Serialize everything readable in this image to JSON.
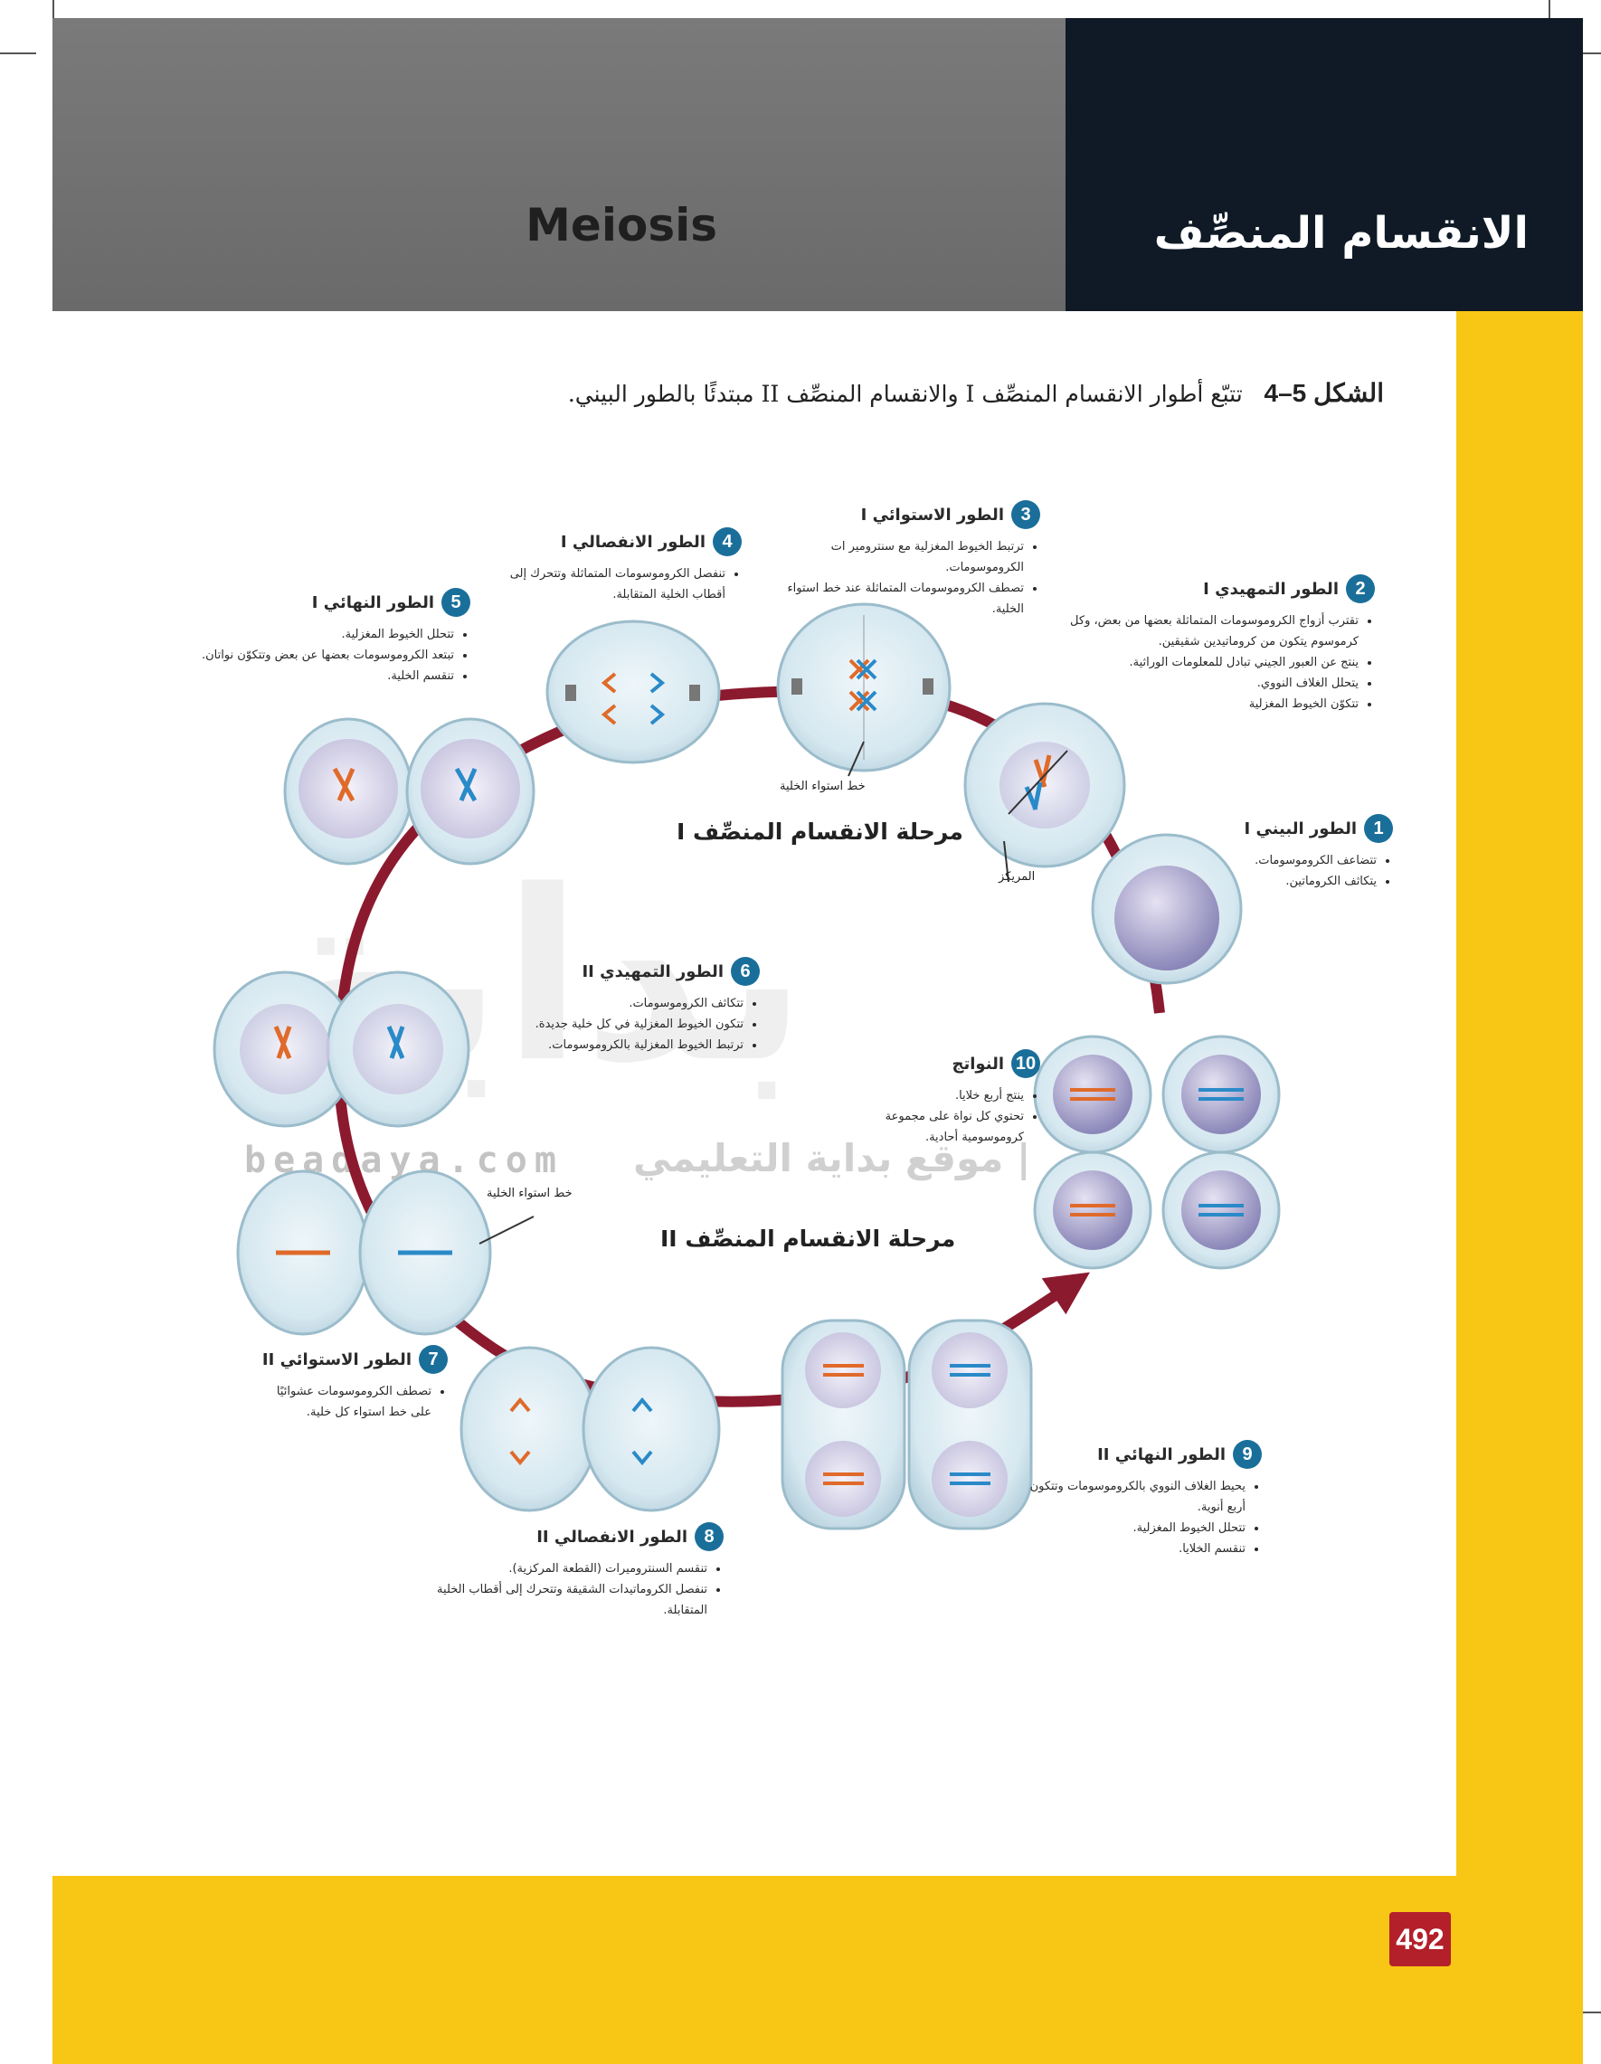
{
  "header": {
    "title_en": "Meiosis",
    "title_ar": "الانقسام المنصِّف"
  },
  "caption": {
    "label": "الشكل 5–4",
    "text": "تتبّع أطوار الانقسام المنصِّف I والانقسام المنصِّف II مبتدئًا بالطور البيني."
  },
  "phases": {
    "meiosis1": "مرحلة الانقسام المنصِّف I",
    "meiosis2": "مرحلة الانقسام المنصِّف II"
  },
  "labels": {
    "equator1": "خط استواء الخلية",
    "equator2": "خط استواء الخلية",
    "centriole": "المريكز"
  },
  "stages": [
    {
      "num": "1",
      "title": "الطور البيني I",
      "items": [
        "تتضاعف الكروموسومات.",
        "يتكاثف الكروماتين."
      ]
    },
    {
      "num": "2",
      "title": "الطور التمهيدي I",
      "items": [
        "تقترب أزواج الكروموسومات المتماثلة بعضها من بعض، وكل كرموسوم يتكون من كروماتيدين شقيقين.",
        "ينتج عن العبور الجيني تبادل للمعلومات الوراثية.",
        "يتحلل الغلاف النووي.",
        "تتكوّن الخيوط المغزلية"
      ]
    },
    {
      "num": "3",
      "title": "الطور الاستوائي I",
      "items": [
        "ترتبط الخيوط المغزلية مع سنترومير ات الكروموسومات.",
        "تصطف الكروموسومات المتماثلة عند خط استواء الخلية."
      ]
    },
    {
      "num": "4",
      "title": "الطور الانفصالي I",
      "items": [
        "تنفصل الكروموسومات المتماثلة وتتحرك إلى أقطاب الخلية المتقابلة."
      ]
    },
    {
      "num": "5",
      "title": "الطور النهائي I",
      "items": [
        "تتحلل الخيوط المغزلية.",
        "تبتعد الكروموسومات بعضها عن بعض وتتكوّن نواتان.",
        "تنقسم الخلية."
      ]
    },
    {
      "num": "6",
      "title": "الطور التمهيدي II",
      "items": [
        "تتكاثف الكروموسومات.",
        "تتكون الخيوط المغزلية في كل خلية جديدة.",
        "ترتبط الخيوط المغزلية بالكروموسومات."
      ]
    },
    {
      "num": "7",
      "title": "الطور الاستوائي II",
      "items": [
        "تصطف الكروموسومات عشوائيًا على خط استواء كل خلية."
      ]
    },
    {
      "num": "8",
      "title": "الطور الانفصالي II",
      "items": [
        "تنقسم السنتروميرات (القطعة المركزية).",
        "تنفصل الكروماتيدات الشقيقة وتتحرك إلى أقطاب الخلية المتقابلة."
      ]
    },
    {
      "num": "9",
      "title": "الطور النهائي II",
      "items": [
        "يحيط الغلاف النووي بالكروموسومات وتتكون أربع أنوية.",
        "تتحلل الخيوط المغزلية.",
        "تنقسم الخلايا."
      ]
    },
    {
      "num": "10",
      "title": "النواتج",
      "items": [
        "ينتج أربع خلايا.",
        "تحتوي كل نواة على مجموعة كروموسومية أحادية."
      ]
    }
  ],
  "watermark": {
    "big": "بداية",
    "url": "beadaya.com",
    "site": "| موقع بداية التعليمي"
  },
  "page_number": "492",
  "colors": {
    "yellow": "#f8c614",
    "header_dark": "#0f1a26",
    "header_gray": "#707070",
    "stage_badge": "#1a6f9a",
    "cycle_arrow": "#8c1a2e",
    "page_badge": "#b3202a"
  }
}
